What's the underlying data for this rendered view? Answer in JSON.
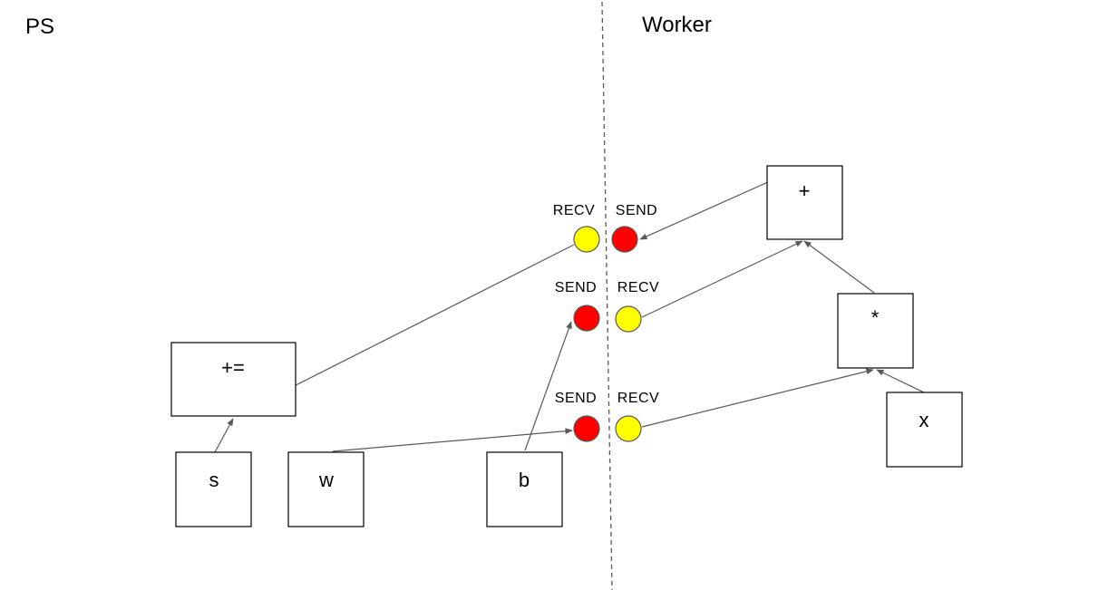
{
  "sections": {
    "left": "PS",
    "right": "Worker"
  },
  "nodes": {
    "plus_eq": "+=",
    "s": "s",
    "w": "w",
    "b": "b",
    "add": "+",
    "mul": "*",
    "x": "x"
  },
  "ports": {
    "recv_top": "RECV",
    "send_top": "SEND",
    "send_mid_left": "SEND",
    "recv_mid_right": "RECV",
    "send_bot_left": "SEND",
    "recv_bot_right": "RECV"
  },
  "colors": {
    "send": "#ff0000",
    "recv": "#ffff00",
    "edge": "#595959",
    "divider": "#595959"
  }
}
